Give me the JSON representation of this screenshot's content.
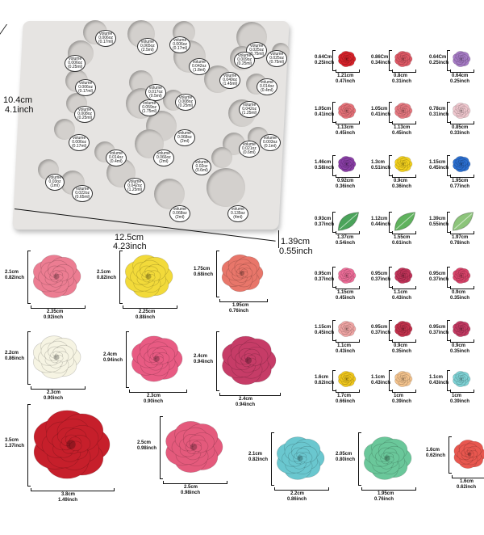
{
  "mold": {
    "height_label_cm": "10.4cm",
    "height_label_in": "4.1inch",
    "width_label_cm": "12.5cm",
    "width_label_in": "4.23inch",
    "depth_label_cm": "1.39cm",
    "depth_label_in": "0.55inch",
    "volumes": [
      "volume 0.006oz (0.17ml)",
      "volume 0.065oz (2.5ml)",
      "volume 0.006oz (0.17ml)",
      "volume 0.025oz (0.75ml)",
      "volume 0.006oz (0.25ml)",
      "volume 0.042oz (1.8ml)",
      "volume 0.009oz (0.25ml)",
      "volume 0.025oz (0.75ml)",
      "volume 0.006oz (0.17ml)",
      "volume 0.017oz (0.5ml)",
      "volume 0.049oz (1.45ml)",
      "volume 0.014oz (0.4ml)",
      "volume 0.008oz (0.25ml)",
      "volume 0.059oz (1.75ml)",
      "volume 0.008oz (0.25ml)",
      "volume 0.068oz (2ml)",
      "volume 0.042oz (1.25ml)",
      "volume 0.006oz (0.17ml)",
      "volume 0.066oz (2ml)",
      "volume 0.003oz (0.1ml)",
      "volume 0.021oz (0.6ml)",
      "volume 0.014oz (0.4ml)",
      "volume 0.02oz (0.6ml)",
      "volume 0.135oz (4ml)",
      "volume 0.03oz (1ml)",
      "volume 0.022oz (0.65ml)",
      "volume 0.042oz (1.25ml)",
      "volume 0.068oz (2ml)"
    ]
  },
  "small_items": [
    {
      "h": "0.64Cm",
      "hi": "0.25inch",
      "w": "1.21cm",
      "wi": "0.47inch",
      "color": "#d9232b"
    },
    {
      "h": "0.86Cm",
      "hi": "0.34inch",
      "w": "0.8cm",
      "wi": "0.31inch",
      "color": "#e05a67"
    },
    {
      "h": "0.64Cm",
      "hi": "0.25inch",
      "w": "0.64cm",
      "wi": "0.25inch",
      "color": "#a77cc6"
    },
    {
      "h": "1.05cm",
      "hi": "0.41inch",
      "w": "1.13cm",
      "wi": "0.45inch",
      "color": "#e8737a"
    },
    {
      "h": "1.05cm",
      "hi": "0.41inch",
      "w": "1.13cm",
      "wi": "0.45inch",
      "color": "#e87a82"
    },
    {
      "h": "0.78cm",
      "hi": "0.31inch",
      "w": "0.85cm",
      "wi": "0.33inch",
      "color": "#f0c8cf"
    },
    {
      "h": "1.46cm",
      "hi": "0.58inch",
      "w": "0.92cm",
      "wi": "0.36inch",
      "color": "#8b3fa8"
    },
    {
      "h": "1.3cm",
      "hi": "0.51inch",
      "w": "0.9cm",
      "wi": "0.36inch",
      "color": "#f4d21e"
    },
    {
      "h": "1.15cm",
      "hi": "0.45inch",
      "w": "1.95cm",
      "wi": "0.77inch",
      "color": "#2b6fd1"
    },
    {
      "h": "0.93cm",
      "hi": "0.37inch",
      "w": "1.37cm",
      "wi": "0.54inch",
      "color": "#4aa35a"
    },
    {
      "h": "1.12cm",
      "hi": "0.44inch",
      "w": "1.55cm",
      "wi": "0.61inch",
      "color": "#5fb25d"
    },
    {
      "h": "1.39cm",
      "hi": "0.55inch",
      "w": "1.97cm",
      "wi": "0.78inch",
      "color": "#8cc47a"
    },
    {
      "h": "0.95cm",
      "hi": "0.37inch",
      "w": "1.15cm",
      "wi": "0.45inch",
      "color": "#ef6f9a"
    },
    {
      "h": "0.95cm",
      "hi": "0.37inch",
      "w": "1.1cm",
      "wi": "0.43inch",
      "color": "#c2345a"
    },
    {
      "h": "0.95cm",
      "hi": "0.37inch",
      "w": "0.9cm",
      "wi": "0.35inch",
      "color": "#d9446a"
    },
    {
      "h": "1.15cm",
      "hi": "0.45inch",
      "w": "1.1cm",
      "wi": "0.43inch",
      "color": "#f2a7a6"
    },
    {
      "h": "0.95cm",
      "hi": "0.37inch",
      "w": "0.9cm",
      "wi": "0.35inch",
      "color": "#c4324d"
    },
    {
      "h": "0.95cm",
      "hi": "0.37inch",
      "w": "0.9cm",
      "wi": "0.35inch",
      "color": "#c43a63"
    },
    {
      "h": "1.6cm",
      "hi": "0.62inch",
      "w": "1.7cm",
      "wi": "0.66inch",
      "color": "#f2c91d"
    },
    {
      "h": "1.1cm",
      "hi": "0.43inch",
      "w": "1cm",
      "wi": "0.39inch",
      "color": "#f6c58f"
    },
    {
      "h": "1.1cm",
      "hi": "0.43inch",
      "w": "1cm",
      "wi": "0.39inch",
      "color": "#7fd3d6"
    }
  ],
  "big_items": [
    {
      "h": "2.1cm",
      "hi": "0.82inch",
      "w": "2.35cm",
      "wi": "0.92inch",
      "color": "#ec7d92"
    },
    {
      "h": "2.1cm",
      "hi": "0.82inch",
      "w": "2.25cm",
      "wi": "0.88inch",
      "color": "#f2da3a"
    },
    {
      "h": "1.75cm",
      "hi": "0.68inch",
      "w": "1.95cm",
      "wi": "0.76inch",
      "color": "#e8766a"
    },
    {
      "h": "2.2cm",
      "hi": "0.86inch",
      "w": "2.3cm",
      "wi": "0.90inch",
      "color": "#f6f4e3"
    },
    {
      "h": "2.4cm",
      "hi": "0.94inch",
      "w": "2.3cm",
      "wi": "0.90inch",
      "color": "#e85b83"
    },
    {
      "h": "2.4cm",
      "hi": "0.94inch",
      "w": "2.4cm",
      "wi": "0.94inch",
      "color": "#c63c67"
    },
    {
      "h": "3.5cm",
      "hi": "1.37inch",
      "w": "3.8cm",
      "wi": "1.49inch",
      "color": "#c61f2b"
    },
    {
      "h": "2.5cm",
      "hi": "0.98inch",
      "w": "2.5cm",
      "wi": "0.98inch",
      "color": "#e45a7c"
    },
    {
      "h": "2.1cm",
      "hi": "0.82inch",
      "w": "2.2cm",
      "wi": "0.86inch",
      "color": "#6ac7cf"
    },
    {
      "h": "2.05cm",
      "hi": "0.80inch",
      "w": "1.95cm",
      "wi": "0.76inch",
      "color": "#6ac79a"
    },
    {
      "h": "1.6cm",
      "hi": "0.62inch",
      "w": "1.6cm",
      "wi": "0.62inch",
      "color": "#e8574f"
    }
  ]
}
